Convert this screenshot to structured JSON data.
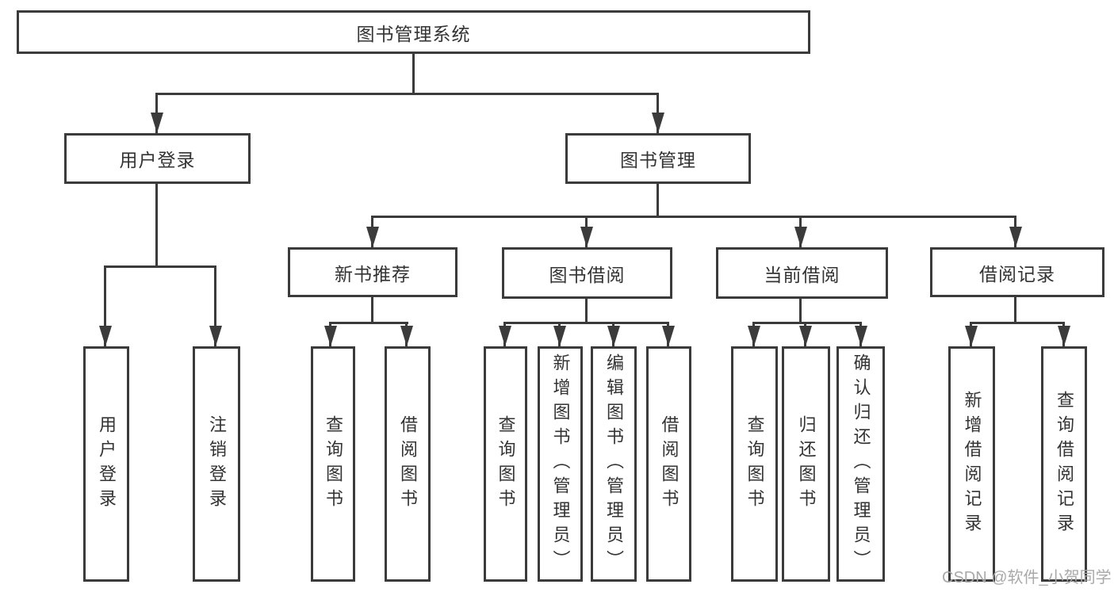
{
  "tree": {
    "root": {
      "label": "图书管理系统"
    },
    "branches": [
      {
        "label": "用户登录",
        "children": [
          {
            "label": "用户登录"
          },
          {
            "label": "注销登录"
          }
        ]
      },
      {
        "label": "图书管理",
        "children": [
          {
            "label": "新书推荐",
            "children": [
              {
                "label": "查询图书"
              },
              {
                "label": "借阅图书"
              }
            ]
          },
          {
            "label": "图书借阅",
            "children": [
              {
                "label": "查询图书"
              },
              {
                "label": "新增图书（管理员）"
              },
              {
                "label": "编辑图书（管理员）"
              },
              {
                "label": "借阅图书"
              }
            ]
          },
          {
            "label": "当前借阅",
            "children": [
              {
                "label": "查询图书"
              },
              {
                "label": "归还图书"
              },
              {
                "label": "确认归还（管理员）"
              }
            ]
          },
          {
            "label": "借阅记录",
            "children": [
              {
                "label": "新增借阅记录"
              },
              {
                "label": "查询借阅记录"
              }
            ]
          }
        ]
      }
    ]
  },
  "watermark": {
    "text": "CSDN @软件_小贺同学"
  },
  "colors": {
    "line": "#3b3b3b",
    "text": "#333333",
    "watermark": "#a9a9a9",
    "background": "#ffffff"
  }
}
